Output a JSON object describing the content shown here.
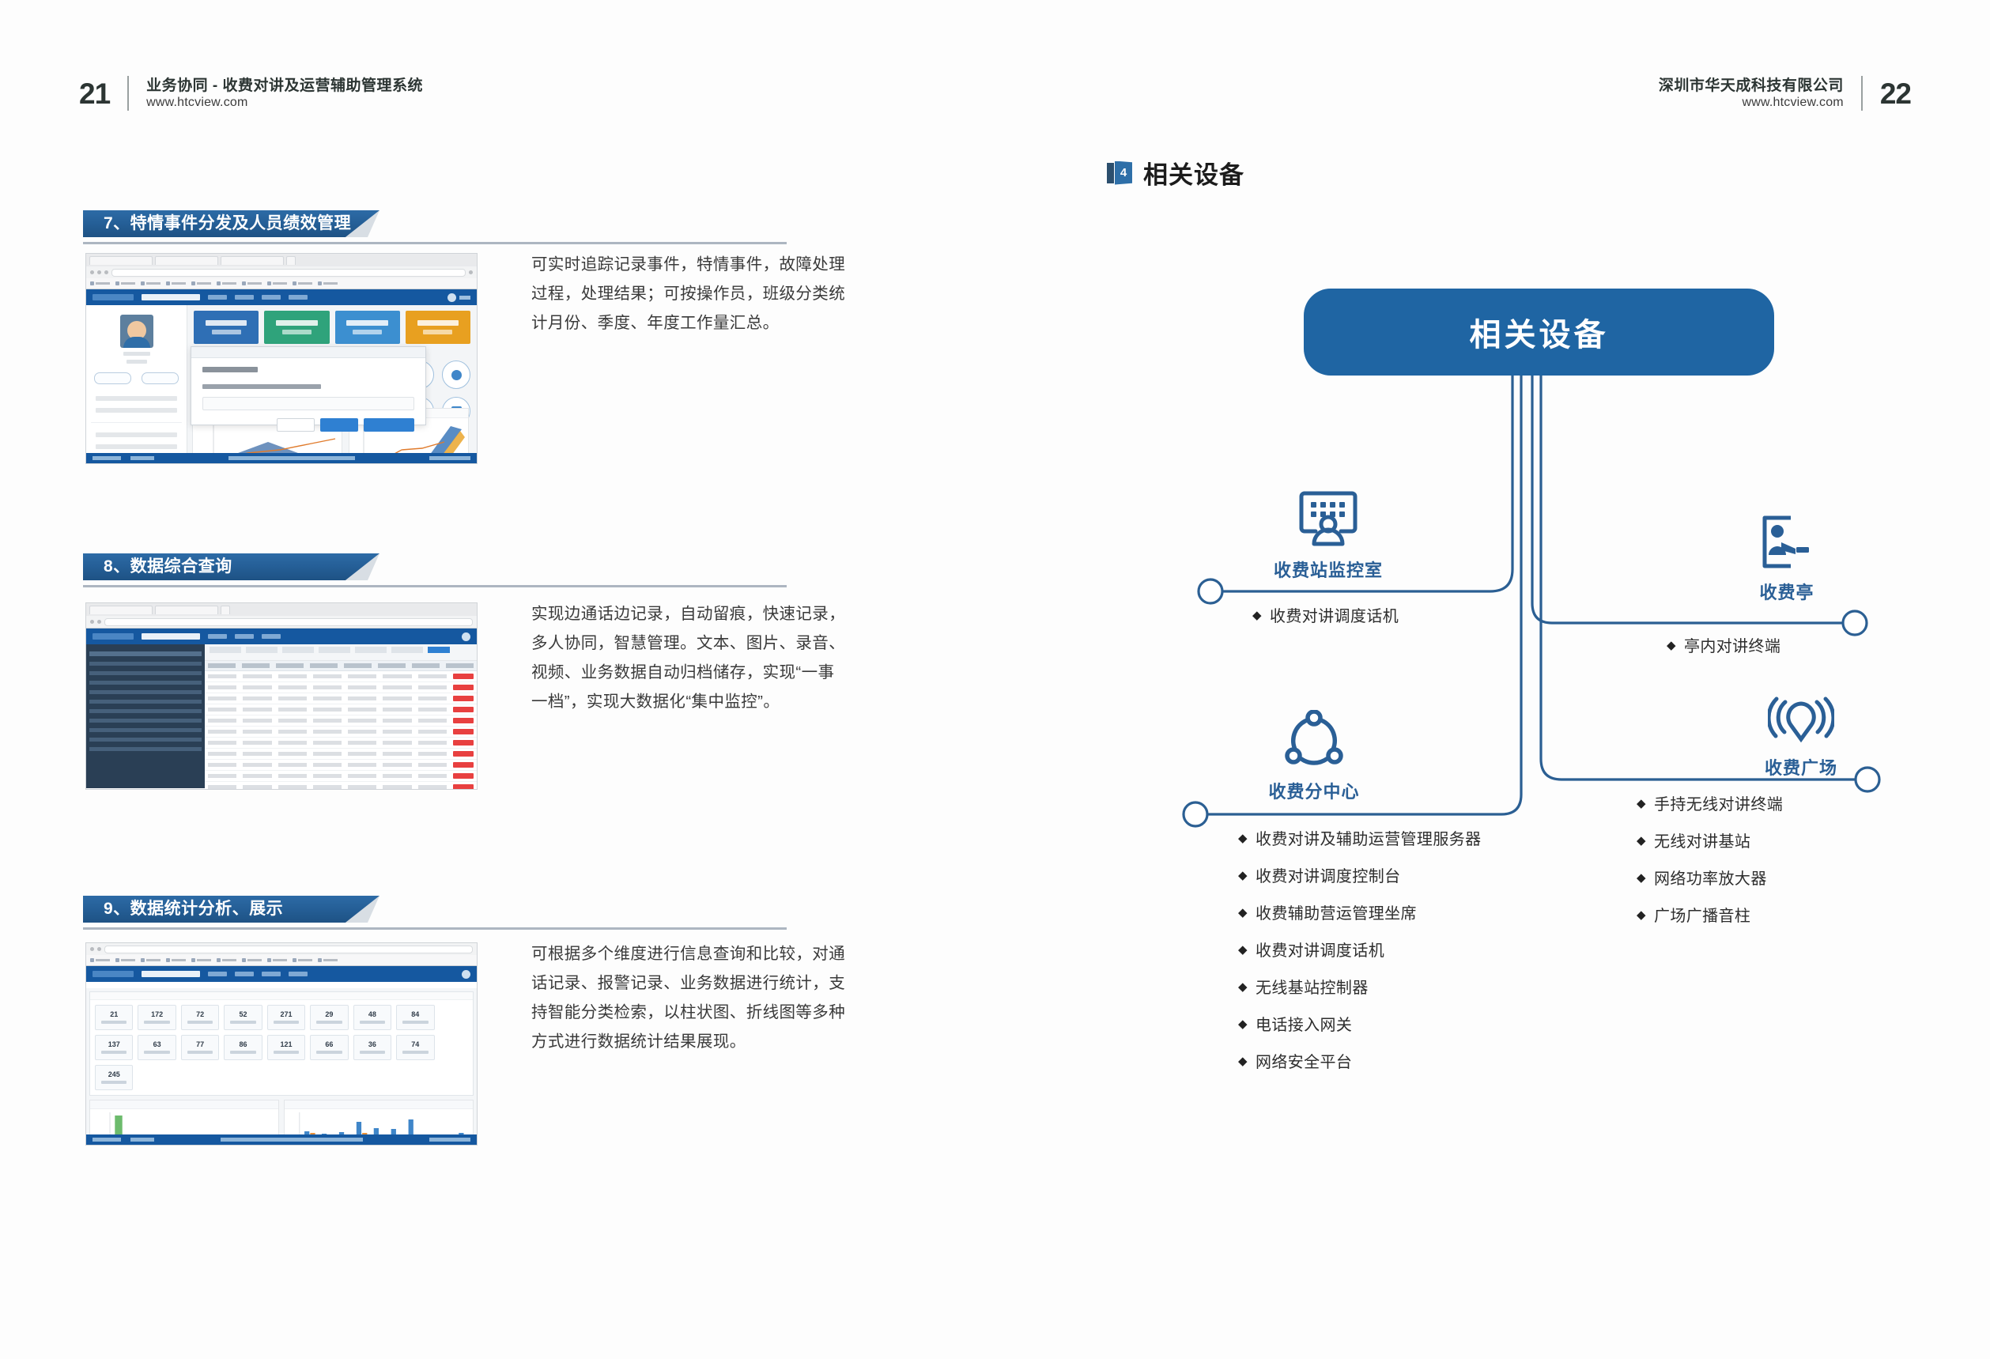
{
  "header": {
    "left": {
      "folio": "21",
      "title": "业务协同 - 收费对讲及运营辅助管理系统",
      "url": "www.htcview.com"
    },
    "right": {
      "folio": "22",
      "company": "深圳市华天成科技有限公司",
      "url": "www.htcview.com"
    }
  },
  "left_page": {
    "sections": [
      {
        "banner": "7、特情事件分发及人员绩效管理",
        "paragraph": "可实时追踪记录事件，特情事件，故障处理过程，处理结果；可按操作员，班级分类统计月份、季度、年度工作量汇总。"
      },
      {
        "banner": "8、数据综合查询",
        "paragraph": "实现边通话边记录，自动留痕，快速记录，多人协同，智慧管理。文本、图片、录音、视频、业务数据自动归档储存，实现“一事一档”，实现大数据化“集中监控”。"
      },
      {
        "banner": "9、数据统计分析、展示",
        "paragraph": "可根据多个维度进行信息查询和比较，对通话记录、报警记录、业务数据进行统计，支持智能分类检索，以柱状图、折线图等多种方式进行数据统计结果展现。"
      }
    ],
    "screenshot_stats": {
      "row1": [
        "21",
        "172",
        "72",
        "52",
        "271",
        "29",
        "48",
        "84",
        "137"
      ],
      "row2": [
        "63",
        "77",
        "86",
        "121",
        "66",
        "36",
        "74",
        "245"
      ]
    }
  },
  "right_page": {
    "section_number": "4",
    "section_title": "相关设备",
    "root_label": "相关设备",
    "nodes": [
      {
        "id": "monitor-room",
        "label": "收费站监控室",
        "icon": "monitor-person-icon",
        "items": [
          "收费对讲调度话机"
        ]
      },
      {
        "id": "toll-booth",
        "label": "收费亭",
        "icon": "booth-person-icon",
        "items": [
          "亭内对讲终端"
        ]
      },
      {
        "id": "sub-center",
        "label": "收费分中心",
        "icon": "network-share-icon",
        "items": [
          "收费对讲及辅助运营管理服务器",
          "收费对讲调度控制台",
          "收费辅助营运管理坐席",
          "收费对讲调度话机",
          "无线基站控制器",
          "电话接入网关",
          "网络安全平台"
        ]
      },
      {
        "id": "toll-plaza",
        "label": "收费广场",
        "icon": "broadcast-icon",
        "items": [
          "手持无线对讲终端",
          "无线对讲基站",
          "网络功率放大器",
          "广场广播音柱"
        ]
      }
    ],
    "bullet_glyph": "◆"
  },
  "colors": {
    "brand_blue": "#1f65a3",
    "line_blue": "#2b5f93",
    "banner_blue": "#255f97",
    "label_blue": "#2a5f96",
    "text_dark": "#2d2d2d"
  }
}
